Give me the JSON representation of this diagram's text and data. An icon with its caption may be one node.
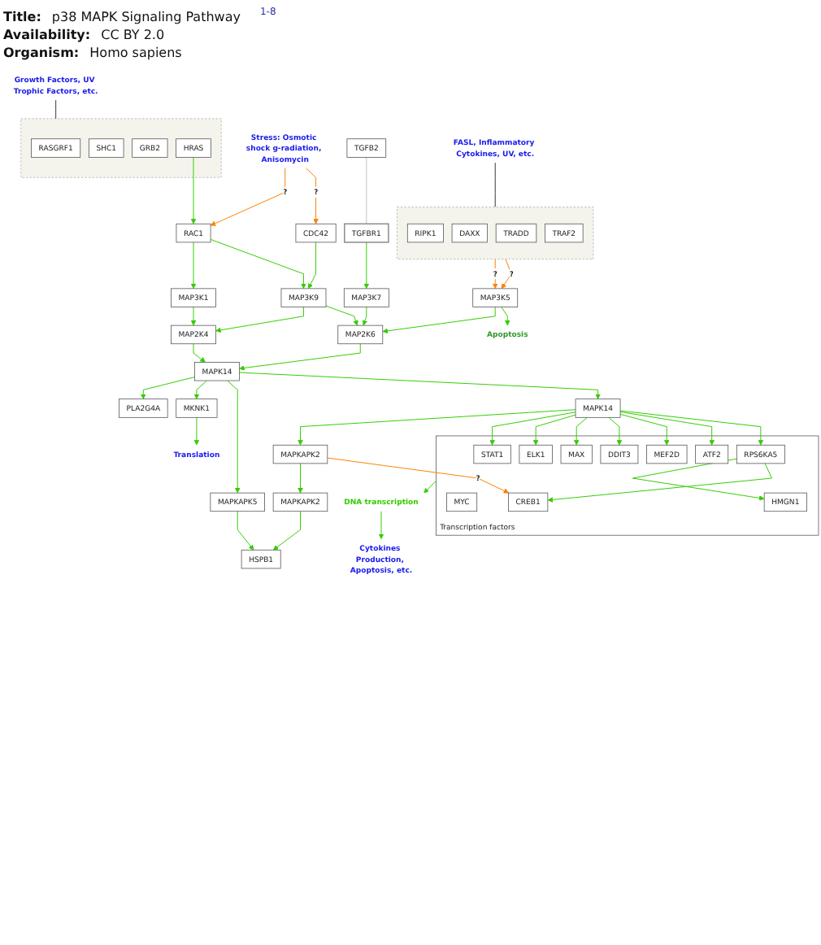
{
  "diagram": {
    "nodes": [
      {
        "text": [
          "Growth Factors, UV Trophic Factors, etc."
        ]
      },
      {
        "text": [
          "Stress: Osmotic shock g-radiation, Anisomycin"
        ]
      },
      {
        "text": [
          "TGFB2"
        ]
      },
      {
        "text": [
          "FASL, Inflammatory Cytokines, UV, etc."
        ]
      },
      {
        "text": [
          "TGFBR1"
        ]
      },
      {
        "text": [],
        "shape": "box"
      },
      {
        "text": [
          "RASGRF1"
        ],
        "in": 5
      },
      {
        "text": [
          "SHC1"
        ],
        "in": 5
      },
      {
        "text": [
          "GRB2"
        ],
        "in": 5
      },
      {
        "text": [
          "HRAS"
        ],
        "in": 5
      },
      {
        "text": [],
        "shape": "box"
      },
      {
        "text": [
          "RIPK1"
        ],
        "in": 10
      },
      {
        "text": [
          "DAXX"
        ],
        "in": 10
      },
      {
        "text": [
          "TRADD"
        ],
        "in": 10
      },
      {
        "text": [
          "TRAF2"
        ],
        "in": 10
      },
      {
        "text": [
          "RAC1"
        ]
      },
      {
        "text": [
          "CDC42"
        ]
      },
      {
        "text": [
          "MAP3K1"
        ]
      },
      {
        "text": [
          "MAP3K9"
        ]
      },
      {
        "text": [
          "MAP3K7"
        ]
      },
      {
        "text": [
          "MAP3K5"
        ]
      },
      {
        "text": [
          "MAP2K4"
        ]
      },
      {
        "text": [
          "MAP2K6"
        ]
      },
      {
        "text": [
          "Apoptosis"
        ]
      },
      {
        "text": [
          "PLA2G4A"
        ]
      },
      {
        "text": [
          "MAPK14"
        ]
      },
      {
        "text": [
          "MKNK1"
        ]
      },
      {
        "text": [
          "Translation"
        ]
      },
      {
        "text": [
          "MAPKAPK5"
        ]
      },
      {
        "text": [
          "HSPB1"
        ]
      },
      {
        "text": [
          "MAPK14"
        ]
      },
      {
        "text": [
          "MAPKAPK2"
        ]
      },
      {
        "text": [
          "MAPKAPK2"
        ]
      },
      {
        "text": [
          "Transcription factors"
        ]
      },
      {
        "text": [
          "STAT1"
        ],
        "in": 33
      },
      {
        "text": [
          "ELK1"
        ],
        "in": 33
      },
      {
        "text": [
          "MAX"
        ],
        "in": 33
      },
      {
        "text": [
          "MYC"
        ],
        "in": 33
      },
      {
        "text": [
          "DDIT3"
        ],
        "in": 33
      },
      {
        "text": [
          "MEF2D"
        ],
        "in": 33
      },
      {
        "text": [
          "ATF2"
        ],
        "in": 33
      },
      {
        "text": [
          "RPS6KA5"
        ],
        "in": 33
      },
      {
        "text": [
          "HMGN1"
        ],
        "in": 33
      },
      {
        "text": [
          "CREB1"
        ],
        "in": 33
      },
      {
        "text": [
          "DNA transcription"
        ]
      },
      {
        "text": [
          "Cytokines Production, Apoptosis, etc."
        ]
      }
    ],
    "edges": [
      {
        "from": 0,
        "to": 5,
        "arrow": "none",
        "color": "#333333"
      },
      {
        "from": 3,
        "to": 10,
        "arrow": "none",
        "color": "#333333"
      },
      {
        "from": 2,
        "to": 4,
        "arrow": "none",
        "color": "#c0c0c0"
      },
      {
        "from": 1,
        "to": 15,
        "arrow": "to",
        "label": "?",
        "color": "#ff8000"
      },
      {
        "from": 1,
        "to": 16,
        "arrow": "to",
        "label": "?",
        "color": "#ff8000"
      },
      {
        "from": 9,
        "to": 15,
        "arrow": "to"
      },
      {
        "from": 15,
        "to": 17,
        "arrow": "to"
      },
      {
        "from": 15,
        "to": 18,
        "arrow": "to"
      },
      {
        "from": 16,
        "to": 18,
        "arrow": "to"
      },
      {
        "from": 4,
        "to": 19,
        "arrow": "to"
      },
      {
        "from": 10,
        "to": 20,
        "arrow": "to",
        "label": "?",
        "color": "#ff8000"
      },
      {
        "from": 10,
        "to": 20,
        "arrow": "to",
        "label": "?",
        "color": "#ff8000"
      },
      {
        "from": 17,
        "to": 21,
        "arrow": "to"
      },
      {
        "from": 18,
        "to": 21,
        "arrow": "to"
      },
      {
        "from": 18,
        "to": 22,
        "arrow": "to"
      },
      {
        "from": 19,
        "to": 22,
        "arrow": "to"
      },
      {
        "from": 20,
        "to": 22,
        "arrow": "to"
      },
      {
        "from": 20,
        "to": 23,
        "arrow": "to"
      },
      {
        "from": 21,
        "to": 25,
        "arrow": "to"
      },
      {
        "from": 22,
        "to": 25,
        "arrow": "to"
      },
      {
        "from": 25,
        "to": 24,
        "arrow": "to"
      },
      {
        "from": 25,
        "to": 26,
        "arrow": "to"
      },
      {
        "from": 25,
        "to": 28,
        "arrow": "to"
      },
      {
        "from": 26,
        "to": 27,
        "arrow": "to"
      },
      {
        "from": 28,
        "to": 29,
        "arrow": "to"
      },
      {
        "from": 32,
        "to": 29,
        "arrow": "to"
      },
      {
        "from": 25,
        "to": 30,
        "arrow": "to"
      },
      {
        "from": 30,
        "to": 31,
        "arrow": "to"
      },
      {
        "from": 31,
        "to": 32,
        "arrow": "to"
      },
      {
        "from": 30,
        "to": 34,
        "arrow": "to"
      },
      {
        "from": 30,
        "to": 35,
        "arrow": "to"
      },
      {
        "from": 30,
        "to": 36,
        "arrow": "to"
      },
      {
        "from": 30,
        "to": 38,
        "arrow": "to"
      },
      {
        "from": 30,
        "to": 39,
        "arrow": "to"
      },
      {
        "from": 30,
        "to": 40,
        "arrow": "to"
      },
      {
        "from": 30,
        "to": 41,
        "arrow": "to"
      },
      {
        "from": 41,
        "to": 42,
        "arrow": "to"
      },
      {
        "from": 41,
        "to": 43,
        "arrow": "to"
      },
      {
        "from": 31,
        "to": 43,
        "arrow": "to",
        "label": "?",
        "color": "#ff8000"
      },
      {
        "from": 33,
        "to": 44,
        "arrow": "to"
      },
      {
        "from": 44,
        "to": 45,
        "arrow": "to"
      }
    ],
    "labels": [
      "**Title:** p38 MAPK Signaling Pathway",
      "1-8",
      "**Availability:** CC BY 2.0",
      "**Organism:** Homo sapiens"
    ]
  }
}
